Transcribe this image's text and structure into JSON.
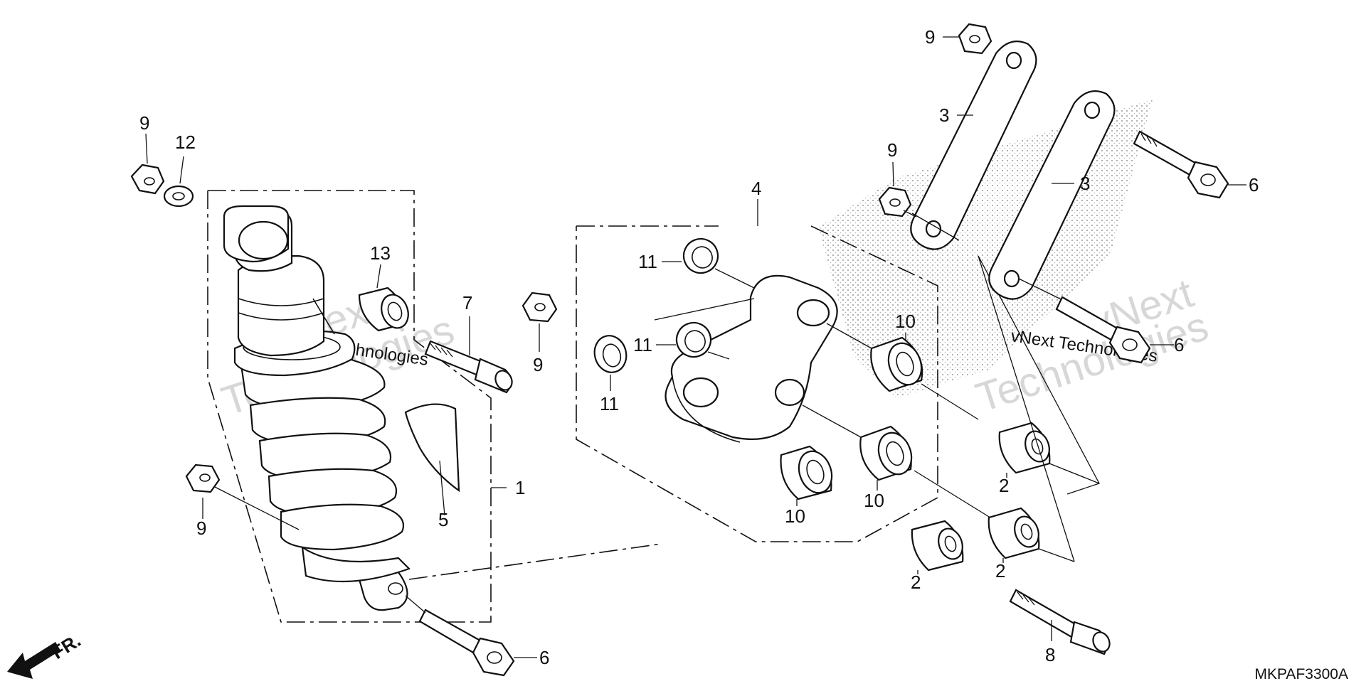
{
  "diagram": {
    "code": "MKPAF3300A",
    "front_marker": "FR.",
    "watermark": {
      "line1": "vNext",
      "line2": "Technologies",
      "line3": "vNext Technologies"
    },
    "callouts": [
      {
        "id": "c1",
        "label": "1"
      },
      {
        "id": "c2a",
        "label": "2"
      },
      {
        "id": "c2b",
        "label": "2"
      },
      {
        "id": "c2c",
        "label": "2"
      },
      {
        "id": "c3a",
        "label": "3"
      },
      {
        "id": "c3b",
        "label": "3"
      },
      {
        "id": "c4",
        "label": "4"
      },
      {
        "id": "c5",
        "label": "5"
      },
      {
        "id": "c6a",
        "label": "6"
      },
      {
        "id": "c6b",
        "label": "6"
      },
      {
        "id": "c6c",
        "label": "6"
      },
      {
        "id": "c7",
        "label": "7"
      },
      {
        "id": "c8",
        "label": "8"
      },
      {
        "id": "c9a",
        "label": "9"
      },
      {
        "id": "c9b",
        "label": "9"
      },
      {
        "id": "c9c",
        "label": "9"
      },
      {
        "id": "c9d",
        "label": "9"
      },
      {
        "id": "c9e",
        "label": "9"
      },
      {
        "id": "c10a",
        "label": "10"
      },
      {
        "id": "c10b",
        "label": "10"
      },
      {
        "id": "c10c",
        "label": "10"
      },
      {
        "id": "c11a",
        "label": "11"
      },
      {
        "id": "c11b",
        "label": "11"
      },
      {
        "id": "c11c",
        "label": "11"
      },
      {
        "id": "c12",
        "label": "12"
      },
      {
        "id": "c13",
        "label": "13"
      }
    ]
  }
}
